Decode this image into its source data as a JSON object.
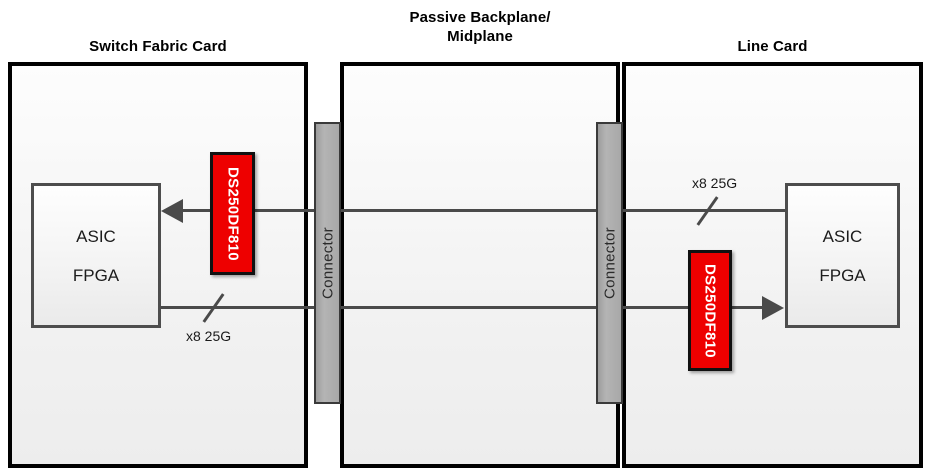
{
  "diagram": {
    "titles": {
      "switch_fabric": "Switch Fabric Card",
      "backplane": "Passive Backplane/\nMidplane",
      "line_card": "Line Card"
    },
    "connectors": [
      {
        "label": "Connector"
      },
      {
        "label": "Connector"
      }
    ],
    "asic_blocks": [
      {
        "line1": "ASIC",
        "line2": "FPGA"
      },
      {
        "line1": "ASIC",
        "line2": "FPGA"
      }
    ],
    "chips": [
      {
        "part_number": "DS250DF810"
      },
      {
        "part_number": "DS250DF810"
      }
    ],
    "link_labels": [
      {
        "text": "x8 25G"
      },
      {
        "text": "x8 25G"
      }
    ],
    "colors": {
      "chip_fill": "#ee0000",
      "chip_text": "#ffffff",
      "connector_fill": "#a8a8a8",
      "card_border": "#000000",
      "trace": "#4a4a4a",
      "asic_border": "#4d4d4d",
      "background": "#ffffff"
    }
  }
}
